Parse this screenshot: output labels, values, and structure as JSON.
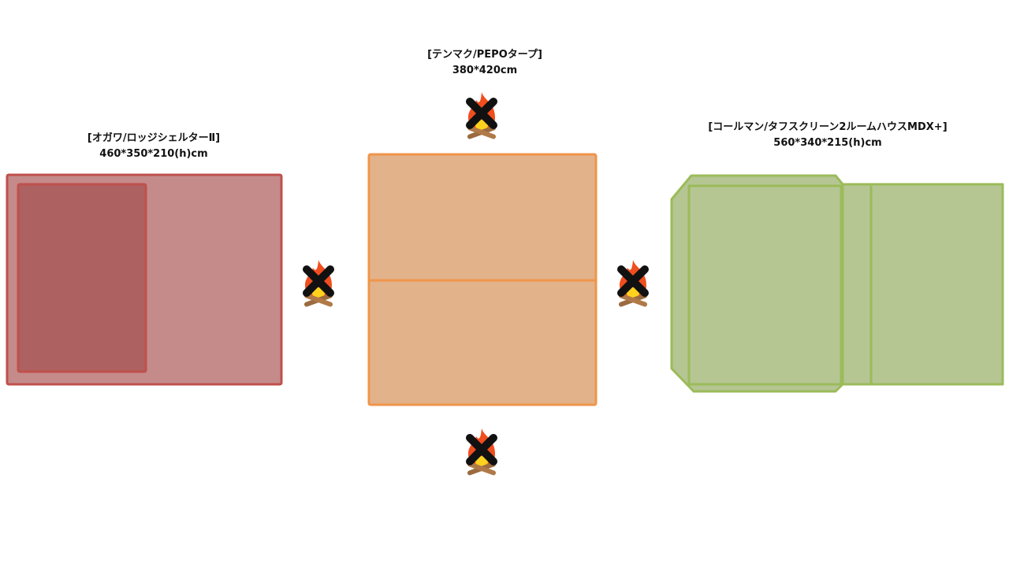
{
  "tents": [
    {
      "name": "[オガワ/ロッジシェルターⅡ]",
      "size": "460*350*210(h)cm",
      "color": "#c0504d"
    },
    {
      "name": "[テンマク/PEPOタープ]",
      "size": "380*420cm",
      "color": "#f79646"
    },
    {
      "name": "[コールマン/タフスクリーン2ルームハウスMDX+]",
      "size": "560*340*215(h)cm",
      "color": "#9bbb59"
    }
  ],
  "icons": [
    "no-campfire-icon",
    "no-campfire-icon",
    "no-campfire-icon",
    "no-campfire-icon"
  ]
}
